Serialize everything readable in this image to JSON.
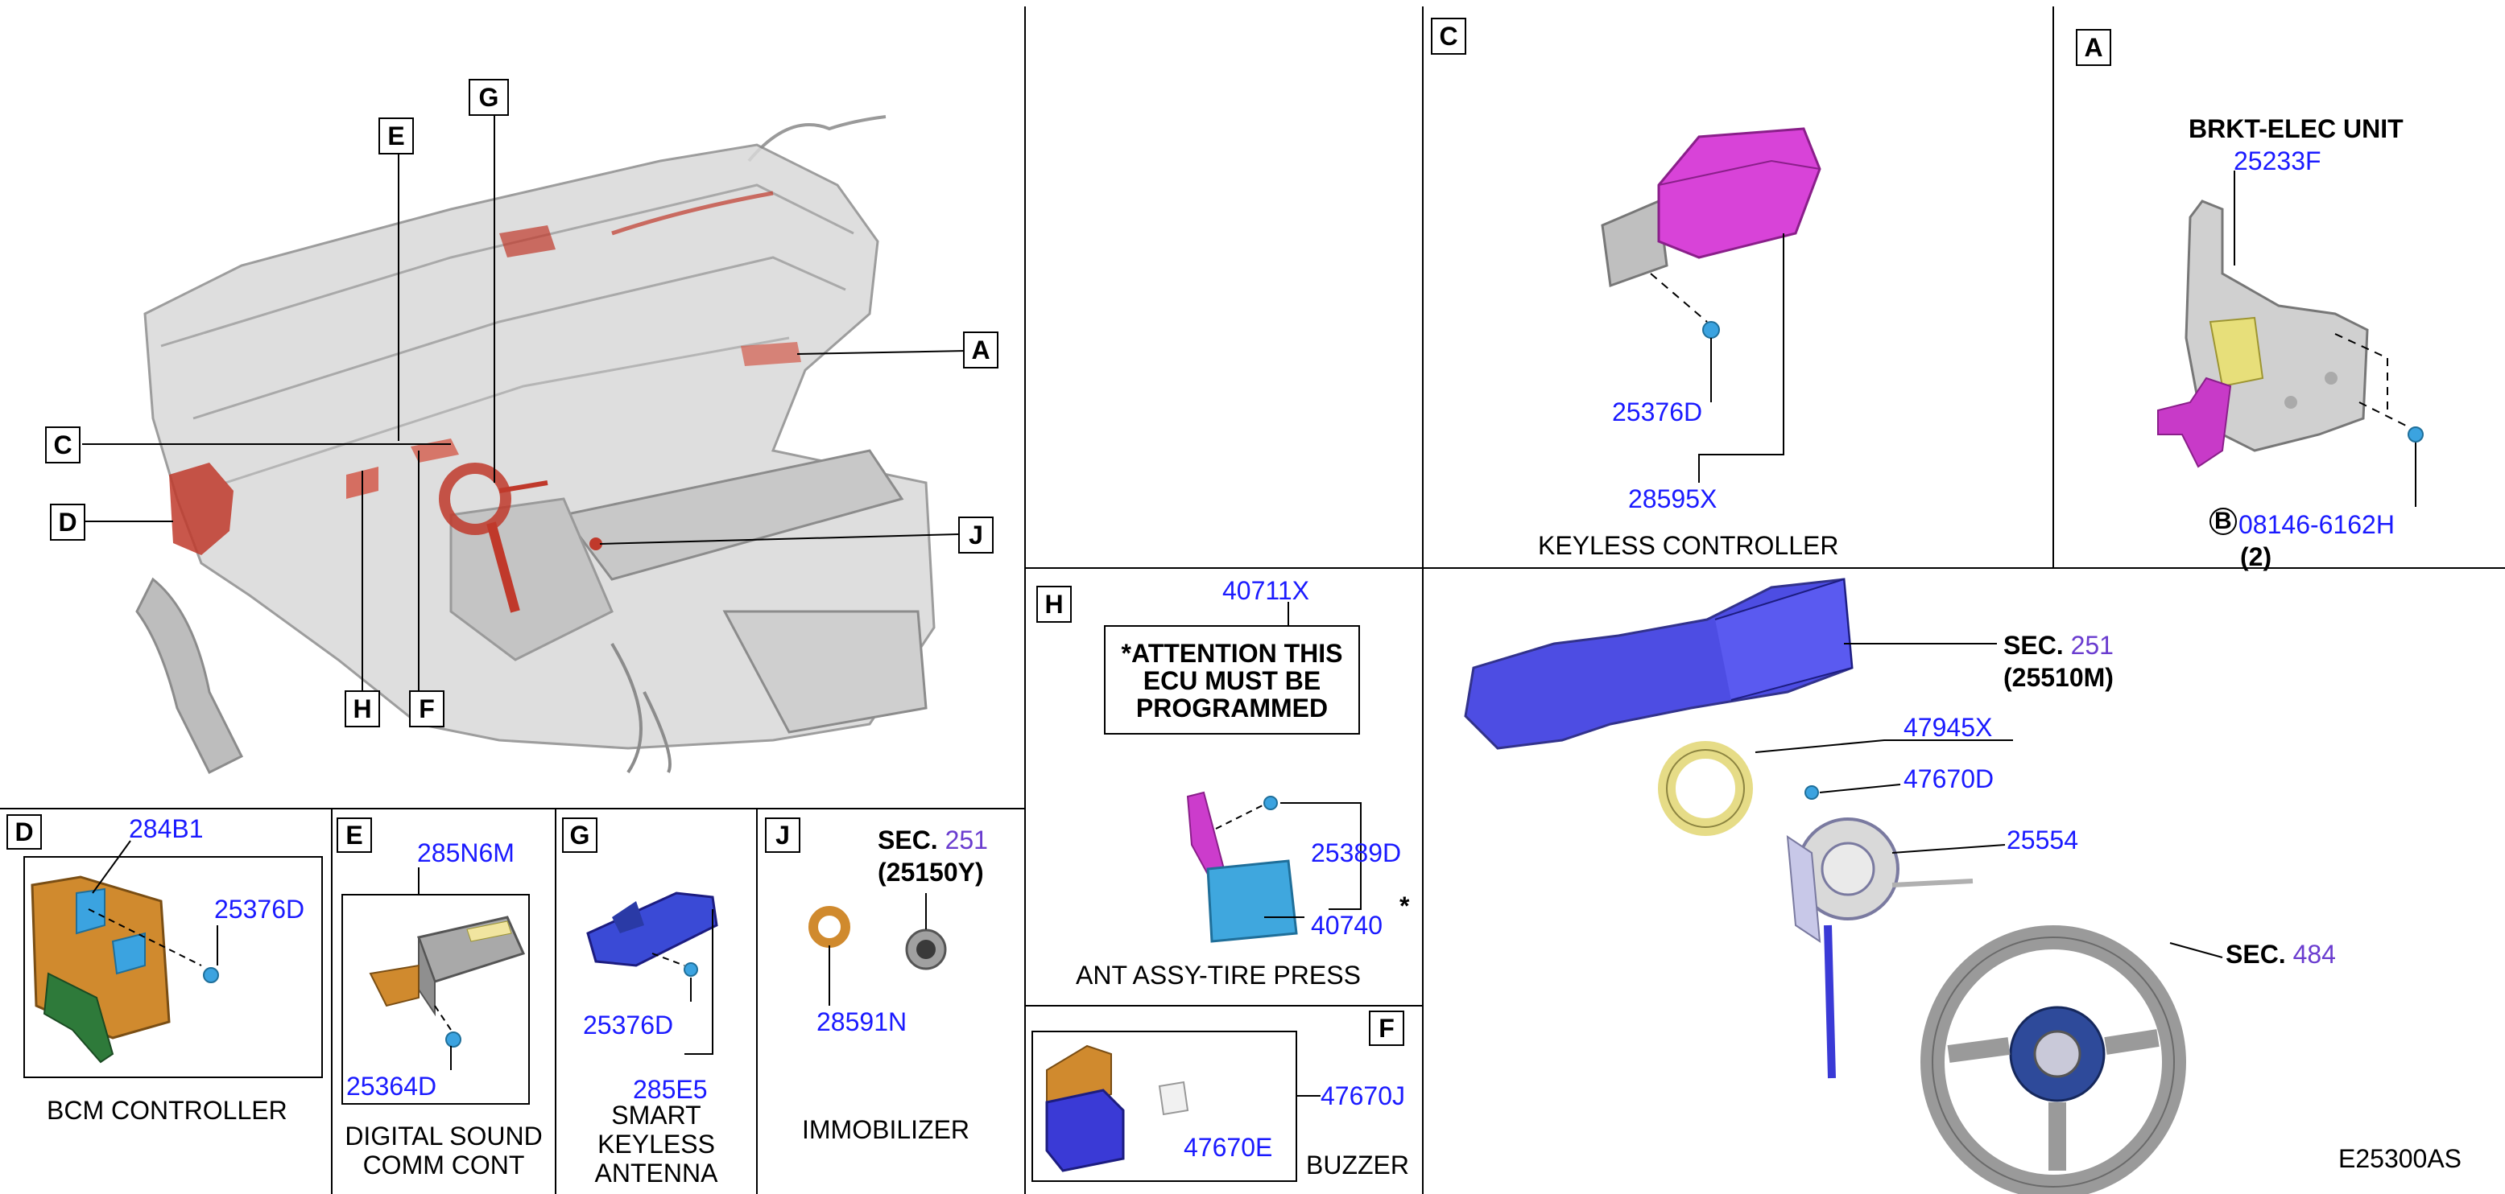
{
  "overview": {
    "callouts": [
      "A",
      "C",
      "D",
      "E",
      "G",
      "H",
      "F",
      "J"
    ]
  },
  "section_c": {
    "letter": "C",
    "parts": [
      "25376D",
      "28595X"
    ],
    "title": "KEYLESS CONTROLLER"
  },
  "section_a": {
    "letter": "A",
    "title": "BRKT-ELEC UNIT",
    "parts": [
      "25233F",
      "08146-6162H"
    ],
    "bolt_marker": "B",
    "qty": "(2)"
  },
  "section_h": {
    "letter": "H",
    "part_top": "40711X",
    "attention": [
      "*ATTENTION THIS",
      "ECU MUST BE",
      "PROGRAMMED"
    ],
    "parts": [
      "25389D",
      "40740"
    ],
    "asterisk": "*",
    "title": "ANT ASSY-TIRE PRESS"
  },
  "section_f": {
    "letter": "F",
    "parts": [
      "47670J",
      "47670E"
    ],
    "title": "BUZZER"
  },
  "steering": {
    "sec1_prefix": "SEC.",
    "sec1_num": "251",
    "sec1_ref": "(25510M)",
    "parts": [
      "47945X",
      "47670D",
      "25554"
    ],
    "sec2_prefix": "SEC.",
    "sec2_num": "484",
    "diagram_code": "E25300AS"
  },
  "section_d": {
    "letter": "D",
    "parts": [
      "284B1",
      "25376D"
    ],
    "title": "BCM CONTROLLER"
  },
  "section_e": {
    "letter": "E",
    "parts": [
      "285N6M",
      "25364D"
    ],
    "title": [
      "DIGITAL SOUND",
      "COMM CONT"
    ]
  },
  "section_g": {
    "letter": "G",
    "parts": [
      "25376D",
      "285E5"
    ],
    "title": [
      "SMART",
      "KEYLESS",
      "ANTENNA"
    ]
  },
  "section_j": {
    "letter": "J",
    "sec_prefix": "SEC.",
    "sec_num": "251",
    "sec_ref": "(25150Y)",
    "parts": [
      "28591N"
    ],
    "title": "IMMOBILIZER"
  }
}
